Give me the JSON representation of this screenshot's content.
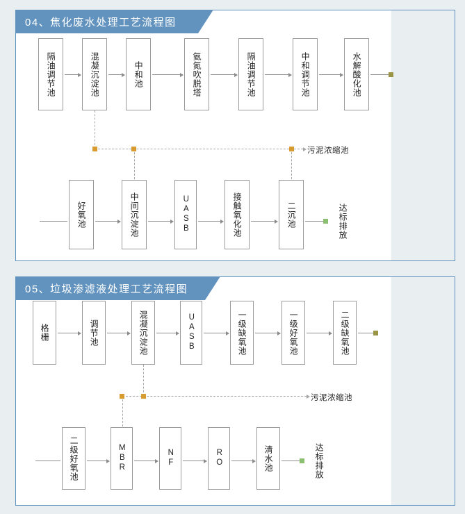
{
  "page": {
    "background_color": "#e9eff1",
    "panel_border_color": "#5b8fbe",
    "banner_color": "#6293bf",
    "box_border_color": "#9a9a9a",
    "arrow_color": "#8c8c8c",
    "dashed_color": "#a6a6a6",
    "marker_amber": "#d79b30",
    "marker_olive": "#9a9545",
    "marker_green": "#8cbf72"
  },
  "diagrams": [
    {
      "id": "04",
      "banner_title": "04、焦化废水处理工艺流程图",
      "row1": [
        {
          "label": "隔油调节池",
          "latin": false
        },
        {
          "label": "混凝沉淀池",
          "latin": false
        },
        {
          "label": "中和池",
          "latin": false
        },
        {
          "label": "氨氮吹脱塔",
          "latin": false
        },
        {
          "label": "隔油调节池",
          "latin": false
        },
        {
          "label": "中和调节池",
          "latin": false
        },
        {
          "label": "水解酸化池",
          "latin": false
        }
      ],
      "row1_end_marker": "olive-square",
      "row2": [
        {
          "label": "好氧池",
          "latin": false
        },
        {
          "label": "中间沉淀池",
          "latin": false
        },
        {
          "label": "UASB",
          "latin": true
        },
        {
          "label": "接触氧化池",
          "latin": false
        },
        {
          "label": "二沉池",
          "latin": false
        }
      ],
      "row2_end_marker": "green-square",
      "row2_end_label": "达标排放",
      "sludge_label": "污泥浓缩池",
      "sludge_nodes": 3
    },
    {
      "id": "05",
      "banner_title": "05、垃圾渗滤液处理工艺流程图",
      "row1": [
        {
          "label": "格栅",
          "latin": false
        },
        {
          "label": "调节池",
          "latin": false
        },
        {
          "label": "混凝沉淀池",
          "latin": false
        },
        {
          "label": "UASB",
          "latin": true
        },
        {
          "label": "一级缺氧池",
          "latin": false
        },
        {
          "label": "一级好氧池",
          "latin": false
        },
        {
          "label": "二级缺氧池",
          "latin": false
        }
      ],
      "row1_end_marker": "olive-square",
      "row2": [
        {
          "label": "二级好氧池",
          "latin": false
        },
        {
          "label": "MBR",
          "latin": true
        },
        {
          "label": "NF",
          "latin": true
        },
        {
          "label": "RO",
          "latin": true
        },
        {
          "label": "清水池",
          "latin": false
        }
      ],
      "row2_end_marker": "green-square",
      "row2_end_label": "达标排放",
      "sludge_label": "污泥浓缩池",
      "sludge_nodes": 2
    }
  ]
}
